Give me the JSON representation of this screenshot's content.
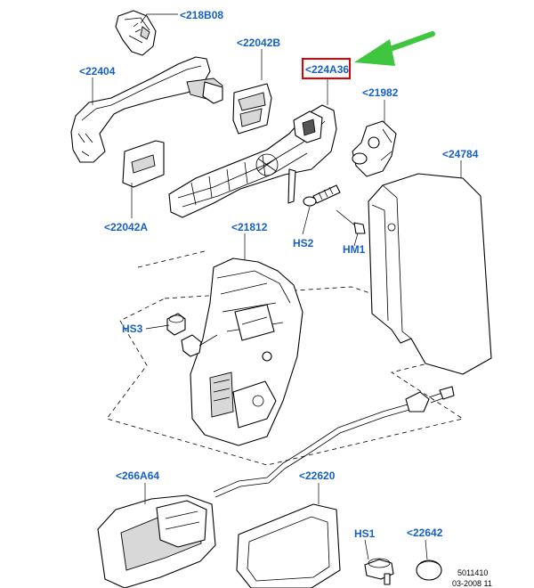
{
  "diagram": {
    "labels": {
      "218B08": "<218B08",
      "22042B": "<22042B",
      "224A36": "<224A36",
      "22404": "<22404",
      "21982": "<21982",
      "24784": "<24784",
      "22042A": "<22042A",
      "21812": "<21812",
      "HS2": "HS2",
      "HM1": "HM1",
      "HS3": "HS3",
      "266A64": "<266A64",
      "22620": "<22620",
      "HS1": "HS1",
      "22642": "<22642"
    },
    "footer": {
      "code": "5011410",
      "date": "03-2008 11"
    },
    "colors": {
      "label_text": "#1560c8",
      "highlight_box": "#e00000",
      "arrow": "#3ec63e"
    },
    "highlighted_label": "224A36"
  }
}
